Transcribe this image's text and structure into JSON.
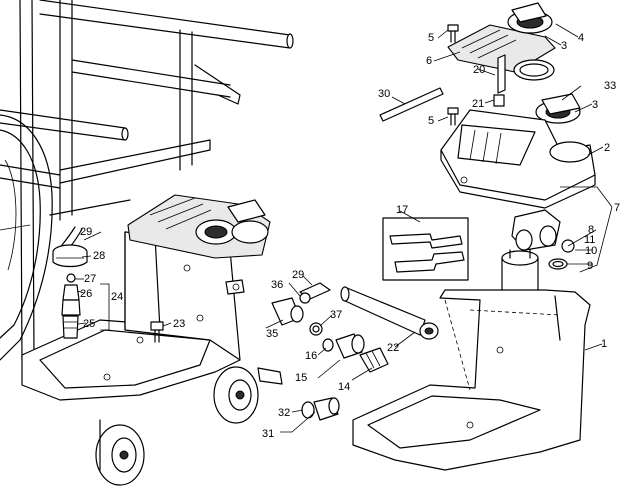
{
  "callouts": {
    "c1": "1",
    "c2": "2",
    "c3a": "3",
    "c3b": "3",
    "c4": "4",
    "c5a": "5",
    "c5b": "5",
    "c6": "6",
    "c7": "7",
    "c8": "8",
    "c9": "9",
    "c10": "10",
    "c11": "11",
    "c14": "14",
    "c15": "15",
    "c16": "16",
    "c17": "17",
    "c20": "20",
    "c21": "21",
    "c22": "22",
    "c23": "23",
    "c24": "24",
    "c25": "25",
    "c26": "26",
    "c27": "27",
    "c28": "28",
    "c29a": "29",
    "c29b": "29",
    "c30": "30",
    "c31": "31",
    "c32": "32",
    "c33": "33",
    "c35": "35",
    "c36": "36",
    "c37": "37"
  },
  "colors": {
    "line": "#000000",
    "background": "#ffffff",
    "shade": "#e9e9e9"
  }
}
